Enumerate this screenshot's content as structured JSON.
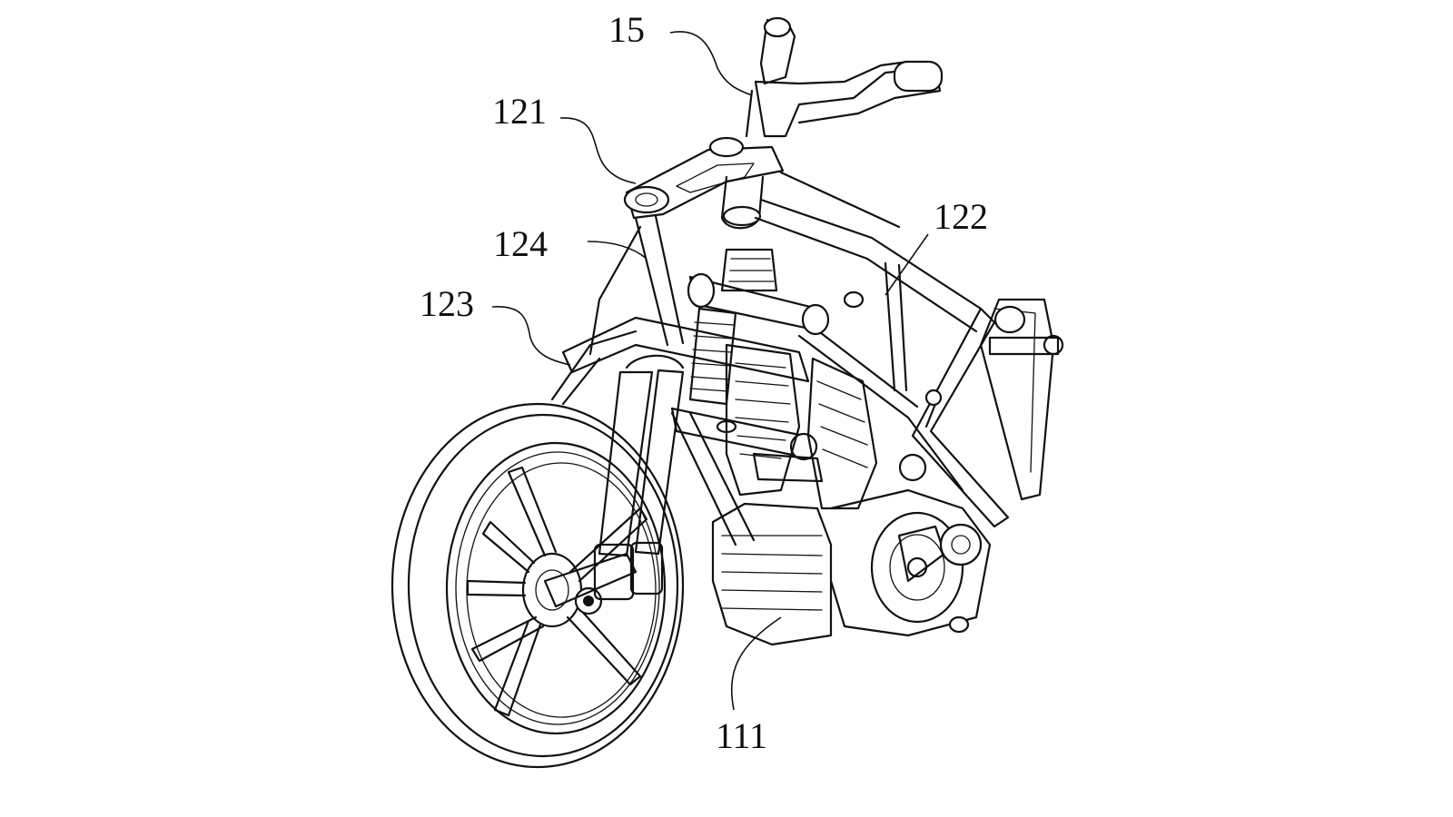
{
  "figure": {
    "subject": "motorcycle-frame-line-drawing",
    "colors": {
      "ink": "#111111",
      "background": "#ffffff"
    }
  },
  "labels": [
    {
      "id": "15",
      "text": "15"
    },
    {
      "id": "121",
      "text": "121"
    },
    {
      "id": "122",
      "text": "122"
    },
    {
      "id": "123",
      "text": "123"
    },
    {
      "id": "124",
      "text": "124"
    },
    {
      "id": "111",
      "text": "111"
    }
  ]
}
